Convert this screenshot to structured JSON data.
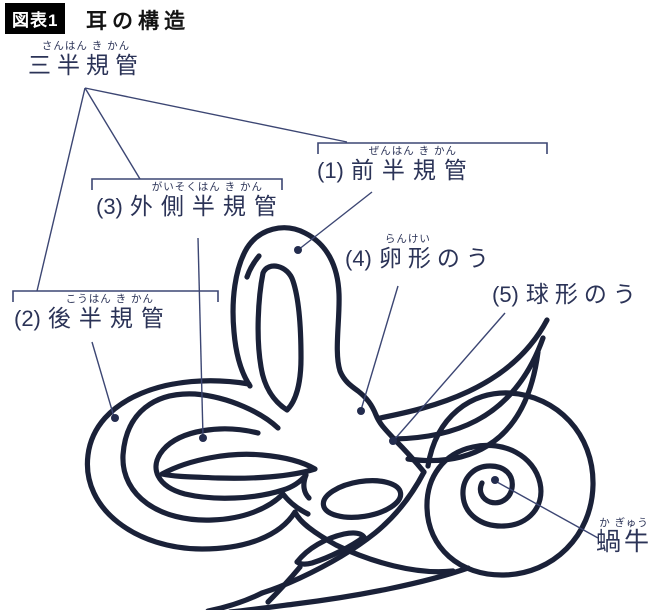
{
  "header": {
    "badge": "図表1",
    "title": "耳の構造"
  },
  "group_label": {
    "furigana": "さんはん き かん",
    "text": "三半規管"
  },
  "labels": {
    "anterior": {
      "num": "(1)",
      "furigana": "ぜんはん き かん",
      "text": "前半規管"
    },
    "posterior": {
      "num": "(2)",
      "furigana": "こうはん き かん",
      "text": "後半規管"
    },
    "lateral": {
      "num": "(3)",
      "furigana": "がいそくはん き かん",
      "text": "外側半規管"
    },
    "utricle": {
      "num": "(4)",
      "furigana": "らんけい",
      "text_ruby": "卵形",
      "text_rest": "のう"
    },
    "saccule": {
      "num": "(5)",
      "text": "球形のう"
    },
    "cochlea": {
      "furigana": "か ぎゅう",
      "text": "蝸牛"
    }
  },
  "colors": {
    "ink": "#1a2138",
    "label": "#2b3357",
    "leader": "#3c4673",
    "dot": "#232c4e",
    "badge_bg": "#000000",
    "badge_text": "#ffffff",
    "title": "#141414"
  }
}
